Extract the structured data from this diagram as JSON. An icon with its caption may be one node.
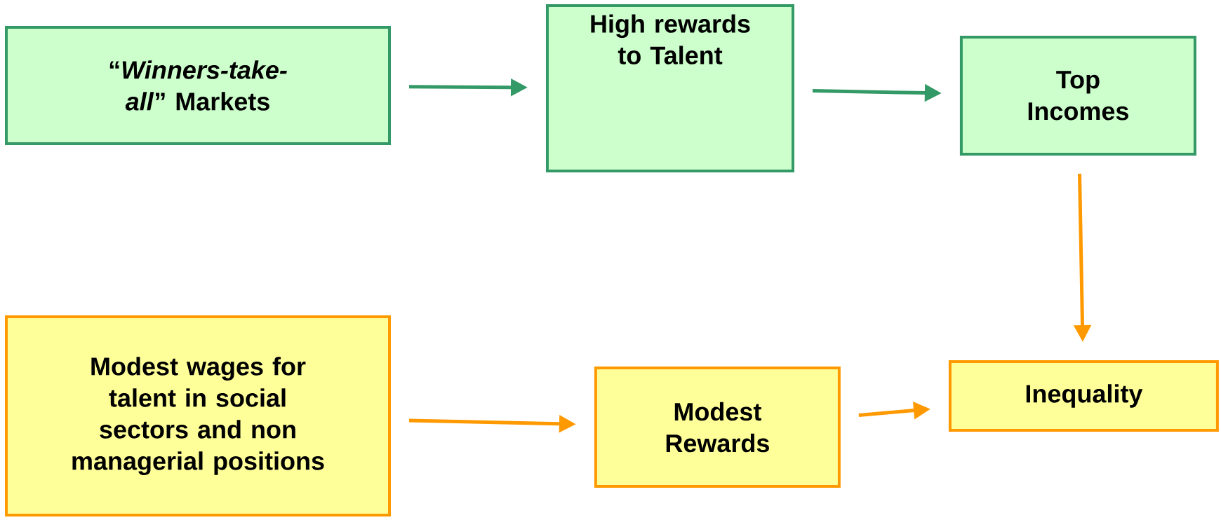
{
  "diagram": {
    "nodes": [
      {
        "text": [
          "“*Winners-take-all*” Markets"
        ]
      },
      {
        "text": [
          "High rewards to Talent"
        ]
      },
      {
        "text": [
          "Top Incomes"
        ]
      },
      {
        "text": [
          "Modest wages for talent in social sectors and non managerial positions"
        ]
      },
      {
        "text": [
          "Modest Rewards"
        ]
      },
      {
        "text": [
          "Inequality"
        ]
      }
    ],
    "edges": [
      {
        "from": 0,
        "to": 1,
        "arrow": "to",
        "color": "#339966"
      },
      {
        "from": 1,
        "to": 2,
        "arrow": "to",
        "color": "#339966"
      },
      {
        "from": 2,
        "to": 5,
        "arrow": "to"
      },
      {
        "from": 3,
        "to": 4,
        "arrow": "to"
      },
      {
        "from": 4,
        "to": 5,
        "arrow": "to"
      }
    ]
  }
}
